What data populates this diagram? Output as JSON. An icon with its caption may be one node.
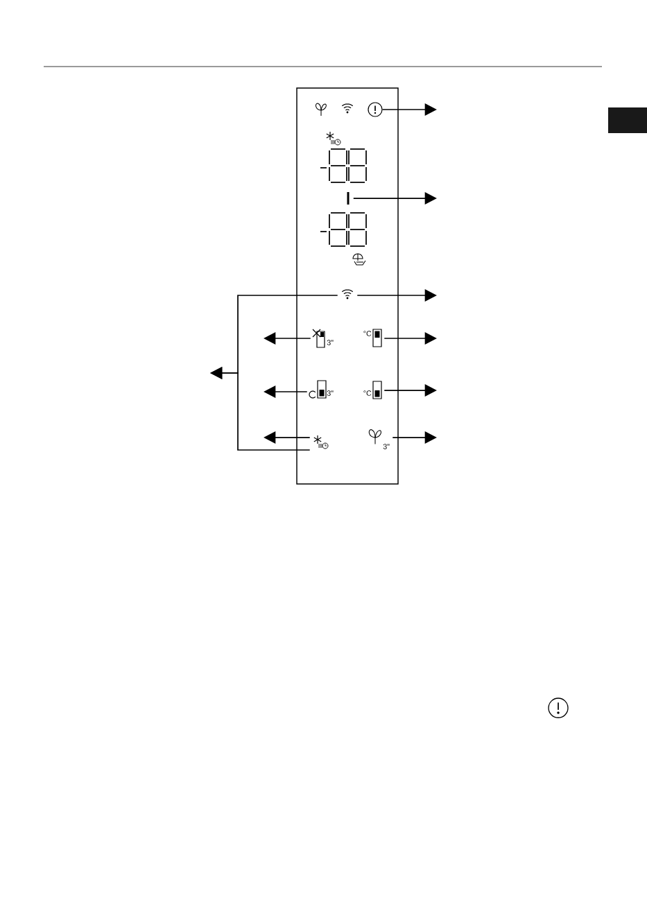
{
  "diagram": {
    "nodes": [
      {
        "text": [],
        "shape": "box"
      },
      {
        "text": [],
        "shape": "circle",
        "in": 0
      },
      {
        "text": [],
        "shape": "bar",
        "in": 0
      },
      {
        "text": [],
        "shape": "icon",
        "in": 0
      },
      {
        "text": [
          "3\""
        ],
        "in": 0
      },
      {
        "text": [
          "°C"
        ],
        "in": 0
      },
      {
        "text": [
          "3\""
        ],
        "in": 0
      },
      {
        "text": [
          "°C"
        ],
        "in": 0
      },
      {
        "text": [],
        "shape": "icon",
        "in": 0
      },
      {
        "text": [
          "3\""
        ],
        "in": 0
      }
    ],
    "edges": [
      {
        "from": 1,
        "to": null,
        "arrow": "to"
      },
      {
        "from": 2,
        "to": null,
        "arrow": "to"
      },
      {
        "from": 3,
        "to": null,
        "arrow": "to"
      },
      {
        "from": 3,
        "to": null,
        "arrow": "to"
      },
      {
        "from": 8,
        "to": null,
        "arrow": "to"
      },
      {
        "from": 4,
        "to": null,
        "arrow": "to"
      },
      {
        "from": 5,
        "to": null,
        "arrow": "to"
      },
      {
        "from": 6,
        "to": null,
        "arrow": "to"
      },
      {
        "from": 7,
        "to": null,
        "arrow": "to"
      },
      {
        "from": 8,
        "to": null,
        "arrow": "to"
      },
      {
        "from": 9,
        "to": null,
        "arrow": "to"
      }
    ]
  }
}
